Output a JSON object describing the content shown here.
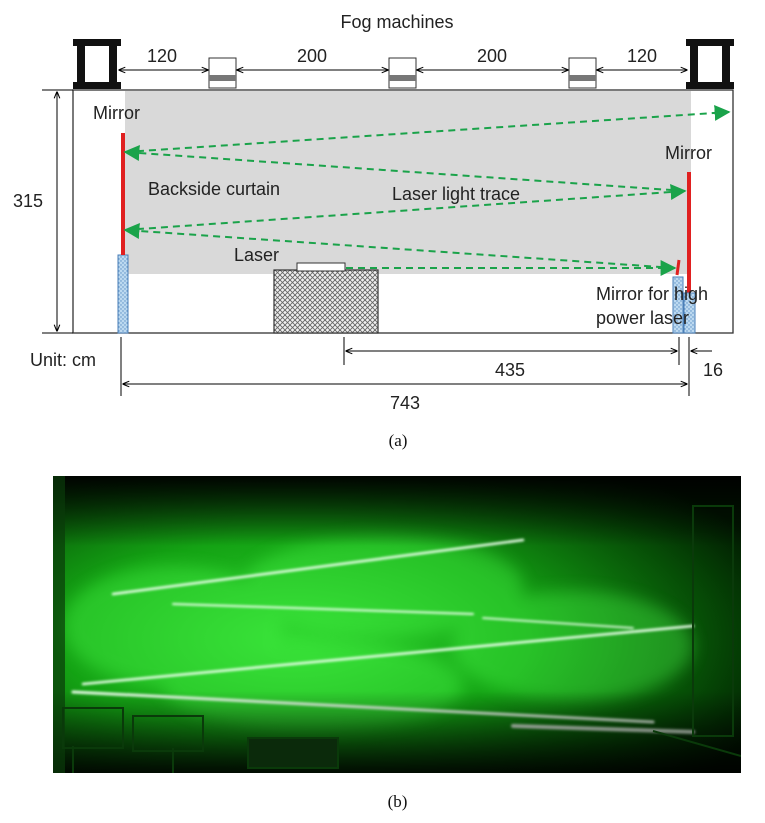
{
  "diagram": {
    "title": "Fog machines",
    "dims": {
      "top_120_left": "120",
      "top_200_left": "200",
      "top_200_right": "200",
      "top_120_right": "120",
      "height_315": "315",
      "d435": "435",
      "d16": "16",
      "d743": "743"
    },
    "labels": {
      "mirror_left": "Mirror",
      "mirror_right": "Mirror",
      "backside_curtain": "Backside curtain",
      "laser_light_trace": "Laser light trace",
      "laser": "Laser",
      "mirror_high_power_1": "Mirror for high",
      "mirror_high_power_2": "power laser",
      "unit": "Unit: cm"
    },
    "caption": "(a)"
  },
  "photo": {
    "caption": "(b)"
  },
  "colors": {
    "curtain": "#d9d9d9",
    "mirror_red": "#e02020",
    "laser_green": "#1aa34a",
    "pillar_blue": "#bcd9f0",
    "laser_glow": "#39ff39"
  }
}
